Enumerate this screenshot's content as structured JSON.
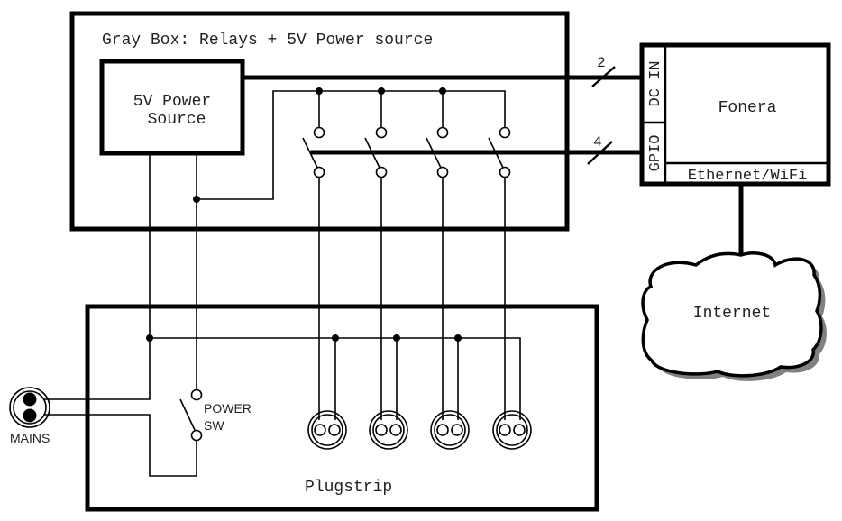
{
  "diagram": {
    "gray_box": {
      "label": "Gray Box: Relays + 5V Power source"
    },
    "power_source": {
      "line1": "5V Power",
      "line2": "Source"
    },
    "fonera": {
      "label": "Fonera",
      "port_dc": "DC IN",
      "port_gpio": "GPIO",
      "port_net": "Ethernet/WiFi"
    },
    "bus_dc": {
      "width_label": "2"
    },
    "bus_gpio": {
      "width_label": "4"
    },
    "cloud": {
      "label": "Internet"
    },
    "plugstrip": {
      "label": "Plugstrip"
    },
    "power_switch": {
      "line1": "POWER",
      "line2": "SW"
    },
    "mains": {
      "label": "MAINS"
    },
    "relays": [
      {
        "name": "relay-1"
      },
      {
        "name": "relay-2"
      },
      {
        "name": "relay-3"
      },
      {
        "name": "relay-4"
      }
    ],
    "outlets": [
      {
        "name": "outlet-1"
      },
      {
        "name": "outlet-2"
      },
      {
        "name": "outlet-3"
      },
      {
        "name": "outlet-4"
      }
    ],
    "colors": {
      "line": "#000000",
      "text": "#222222",
      "shadow": "#808080",
      "background": "#ffffff"
    }
  }
}
